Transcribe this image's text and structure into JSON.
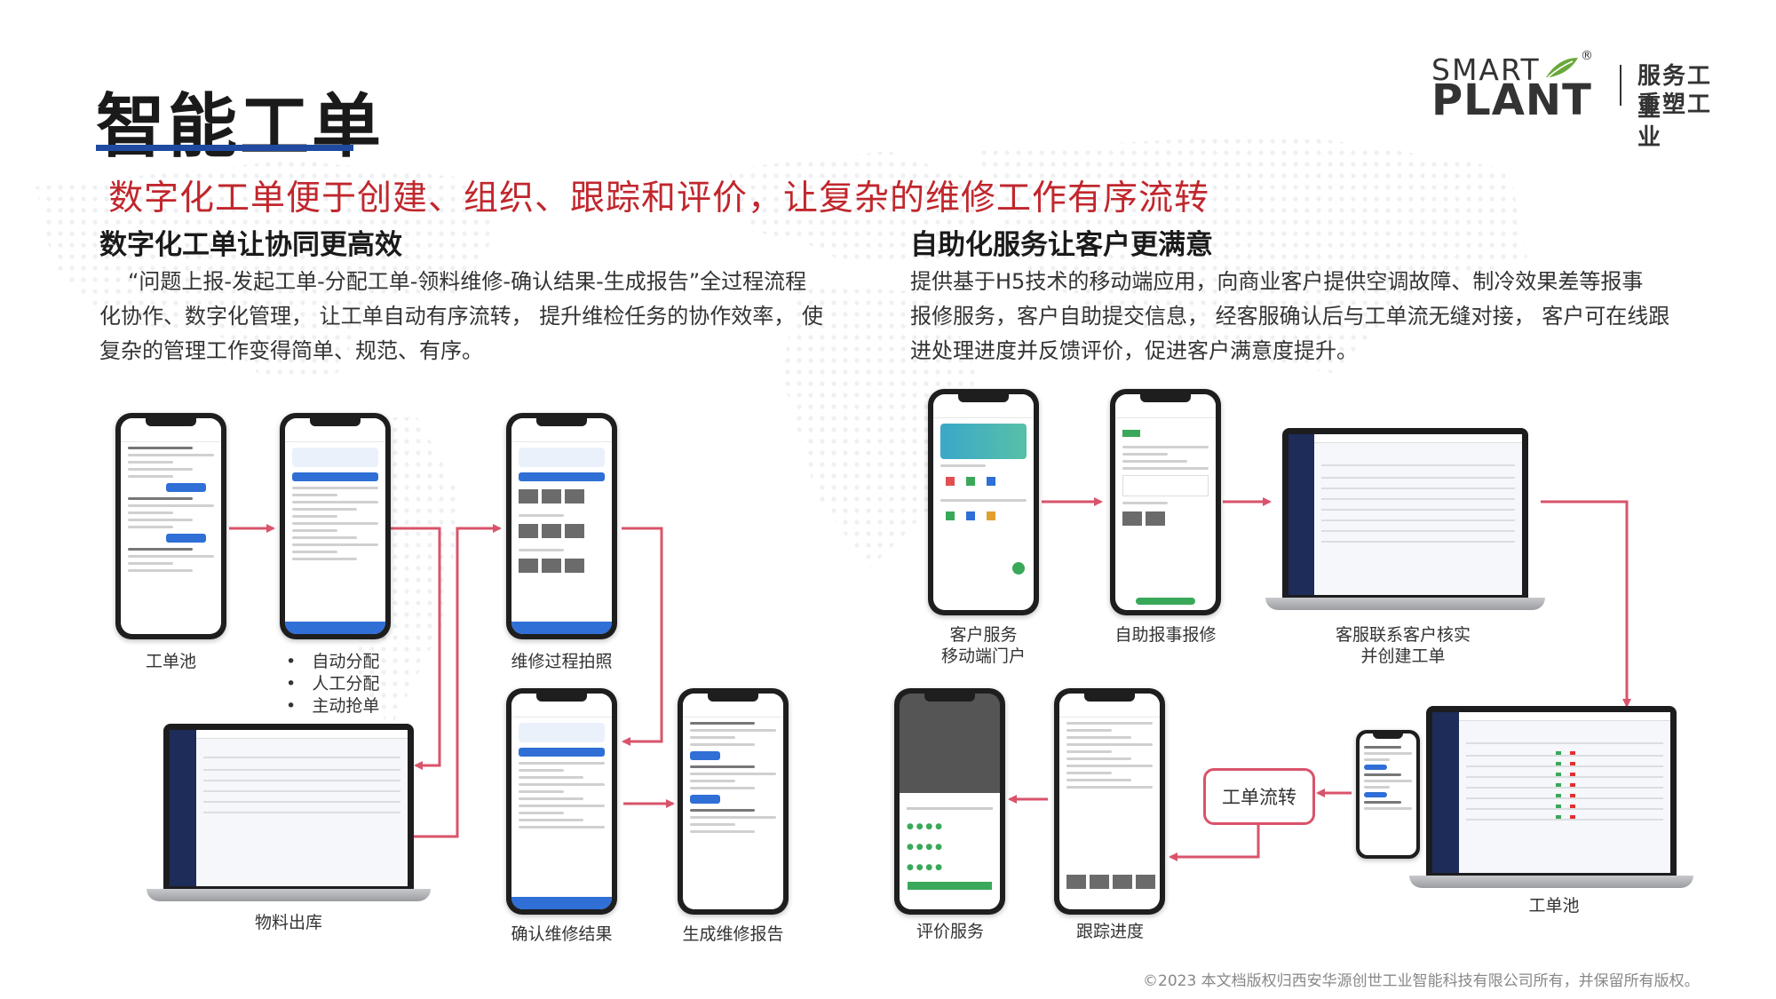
{
  "header": {
    "title": "智能工单",
    "subtitle": "数字化工单便于创建、组织、跟踪和评价，让复杂的维修工作有序流转"
  },
  "logo": {
    "line1": "SMART",
    "line2": "PLANT",
    "reg": "®",
    "slogan1": "服务工业",
    "slogan2": "重塑工业"
  },
  "left_section": {
    "title": "数字化工单让协同更高效",
    "paragraph": [
      "“问题上报-发起工单-分配工单-领料维修-确认结果-生成报告”全过程流程",
      "化协作、数字化管理，  让工单自动有序流转，  提升维检任务的协作效率，  使",
      "复杂的管理工作变得简单、规范、有序。"
    ],
    "labels": {
      "pool": "工单池",
      "assign": [
        "自动分配",
        "人工分配",
        "主动抢单"
      ],
      "photo": "维修过程拍照",
      "material": "物料出库",
      "confirm": "确认维修结果",
      "report": "生成维修报告"
    }
  },
  "right_section": {
    "title": "自助化服务让客户更满意",
    "paragraph": [
      "提供基于H5技术的移动端应用，向商业客户提供空调故障、制冷效果差等报事",
      "报修服务，客户自助提交信息，  经客服确认后与工单流无缝对接，  客户可在线跟",
      "进处理进度并反馈评价，促进客户满意度提升。"
    ],
    "labels": {
      "portal": [
        "客户服务",
        "移动端门户"
      ],
      "self_report": "自助报事报修",
      "verify": [
        "客服联系客户核实",
        "并创建工单"
      ],
      "flow": "工单流转",
      "pool": "工单池",
      "evaluate": "评价服务",
      "track": "跟踪进度"
    }
  },
  "footer": {
    "copyright": "©2023 本文档版权归西安华源创世工业智能科技有限公司所有，并保留所有版权。"
  },
  "colors": {
    "title_underline": "#1f4aa0",
    "subtitle": "#c0272d",
    "arrow": "#d9536b"
  }
}
